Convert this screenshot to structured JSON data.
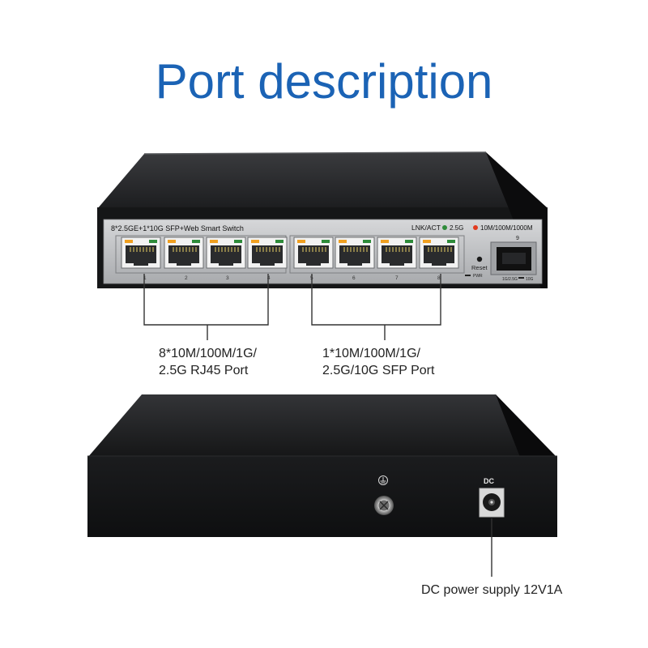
{
  "title": "Port description",
  "front_panel": {
    "model_label": "8*2.5GE+1*10G SFP+Web Smart Switch",
    "led_legend": {
      "lnk_act": "LNK/ACT",
      "speed_25g": "2.5G",
      "speed_multi": "10M/100M/1000M"
    },
    "port_numbers": [
      "1",
      "2",
      "3",
      "4",
      "5",
      "6",
      "7",
      "8"
    ],
    "sfp_port_number": "9",
    "reset_label": "Reset",
    "pwr_label": "PWR",
    "sfp_speed_a": "1G/2.5G",
    "sfp_speed_b": "10G"
  },
  "callouts": {
    "rj45": {
      "line1": "8*10M/100M/1G/",
      "line2": "2.5G RJ45 Port"
    },
    "sfp": {
      "line1": "1*10M/100M/1G/",
      "line2": "2.5G/10G SFP Port"
    },
    "dc": "DC power supply 12V1A"
  },
  "rear_panel": {
    "dc_label": "DC"
  },
  "colors": {
    "title": "#1b63b5",
    "led_green": "#2e8b3a",
    "led_red": "#e23a1e",
    "led_orange": "#f0a020",
    "panel_gray": "#c9cacc"
  }
}
